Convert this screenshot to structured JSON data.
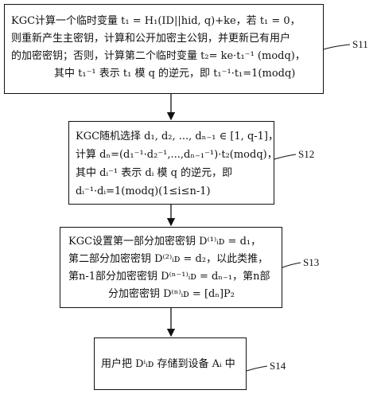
{
  "steps": [
    {
      "label": "S11",
      "lines": [
        "KGC计算一个临时变量 t₁ = H₁(ID||hid, q)+ke，若 t₁ = 0，",
        "则重新产生主密钥，计算和公开加密主公钥，并更新已有用户",
        "的加密密钥；否则，计算第二个临时变量 t₂= ke·t₁⁻¹ (modq)，",
        "其中 t₁⁻¹ 表示 t₁ 模 q 的逆元，即 t₁⁻¹·t₁=1(modq)"
      ]
    },
    {
      "label": "S12",
      "lines": [
        "KGC随机选择 d₁, d₂, ..., dₙ₋₁ ∈ [1, q-1]，",
        "计算 dₙ=(d₁⁻¹·d₂⁻¹,...,dₙ₋₁⁻¹)·t₂(modq)，",
        "其中 dᵢ⁻¹ 表示 dᵢ 模 q 的逆元，即",
        "dᵢ⁻¹·dᵢ=1(modq)(1≤i≤n-1)"
      ]
    },
    {
      "label": "S13",
      "lines": [
        "KGC设置第一部分加密密钥 D⁽¹⁾ᵢᴅ = d₁，",
        "第二部分加密密钥 D⁽²⁾ᵢᴅ = d₂，以此类推，",
        "第n-1部分加密密钥 D⁽ⁿ⁻¹⁾ᵢᴅ = dₙ₋₁，第n部",
        "分加密密钥 D⁽ⁿ⁾ᵢᴅ = [dₙ]P₂"
      ]
    },
    {
      "label": "S14",
      "lines": [
        "用户把 Dⁱᵢᴅ 存储到设备 Aᵢ 中"
      ]
    }
  ]
}
